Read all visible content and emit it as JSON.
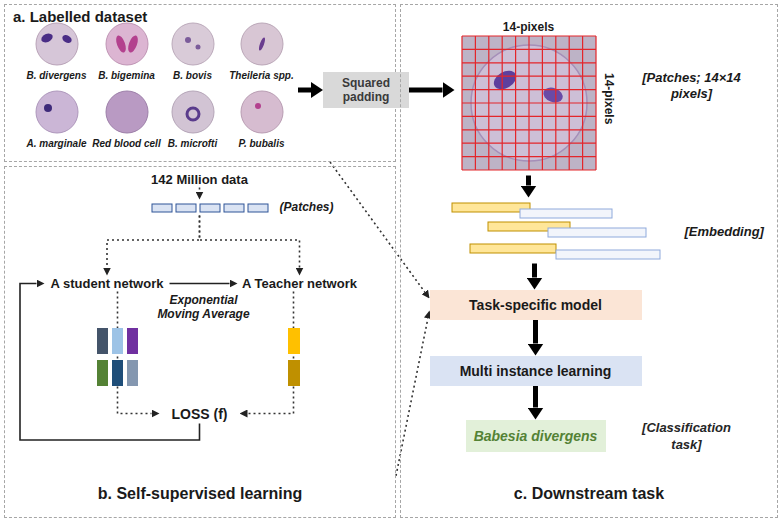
{
  "diagram": {
    "nodes": [
      {
        "text": [
          "a. Labelled dataset"
        ]
      },
      {
        "text": [
          "B. divergens"
        ],
        "in": 0
      },
      {
        "text": [
          "B. bigemina"
        ],
        "in": 0
      },
      {
        "text": [
          "B. bovis"
        ],
        "in": 0
      },
      {
        "text": [
          "Theileria spp."
        ],
        "in": 0
      },
      {
        "text": [
          "A. marginale"
        ],
        "in": 0
      },
      {
        "text": [
          "Red blood cell"
        ],
        "in": 0
      },
      {
        "text": [
          "B. microfti"
        ],
        "in": 0
      },
      {
        "text": [
          "P. bubalis"
        ],
        "in": 0
      },
      {
        "text": [
          "Squared padding"
        ]
      },
      {
        "text": [
          "b. Self-supervised learning"
        ]
      },
      {
        "text": [
          "142 Million data"
        ],
        "in": 10
      },
      {
        "text": [
          "(Patches)"
        ],
        "in": 10
      },
      {
        "text": [
          "A student network"
        ],
        "in": 10
      },
      {
        "text": [
          "A Teacher network"
        ],
        "in": 10
      },
      {
        "text": [
          "LOSS (f)"
        ],
        "in": 10
      },
      {
        "text": [
          "c. Downstream task"
        ]
      },
      {
        "text": [
          "14-pixels",
          "14-pixels",
          "[Patches; 14×14 pixels]"
        ],
        "in": 16
      },
      {
        "text": [
          "[Embedding]"
        ],
        "in": 16
      },
      {
        "text": [
          "Task-specific model"
        ],
        "in": 16
      },
      {
        "text": [
          "Multi instance learning"
        ],
        "in": 16
      },
      {
        "text": [
          "Babesia divergens",
          "[Classification task]"
        ],
        "in": 16
      }
    ],
    "edges": [
      {
        "from": 0,
        "to": 9,
        "arrow": "to"
      },
      {
        "from": 9,
        "to": 17,
        "arrow": "to"
      },
      {
        "from": 17,
        "to": 18,
        "arrow": "to"
      },
      {
        "from": 18,
        "to": 19,
        "arrow": "to"
      },
      {
        "from": 19,
        "to": 20,
        "arrow": "to"
      },
      {
        "from": 20,
        "to": 21,
        "arrow": "to"
      },
      {
        "from": 0,
        "to": 19,
        "arrow": "to"
      },
      {
        "from": 10,
        "to": 19,
        "arrow": "to"
      },
      {
        "from": 11,
        "to": 12,
        "arrow": "to"
      },
      {
        "from": 12,
        "to": 13,
        "arrow": "to"
      },
      {
        "from": 12,
        "to": 14,
        "arrow": "to"
      },
      {
        "from": 13,
        "to": 14,
        "arrow": "to",
        "label": "Exponential Moving Average"
      },
      {
        "from": 13,
        "to": 15,
        "arrow": "to"
      },
      {
        "from": 14,
        "to": 15,
        "arrow": "to"
      },
      {
        "from": 15,
        "to": 13,
        "arrow": "to"
      }
    ]
  }
}
